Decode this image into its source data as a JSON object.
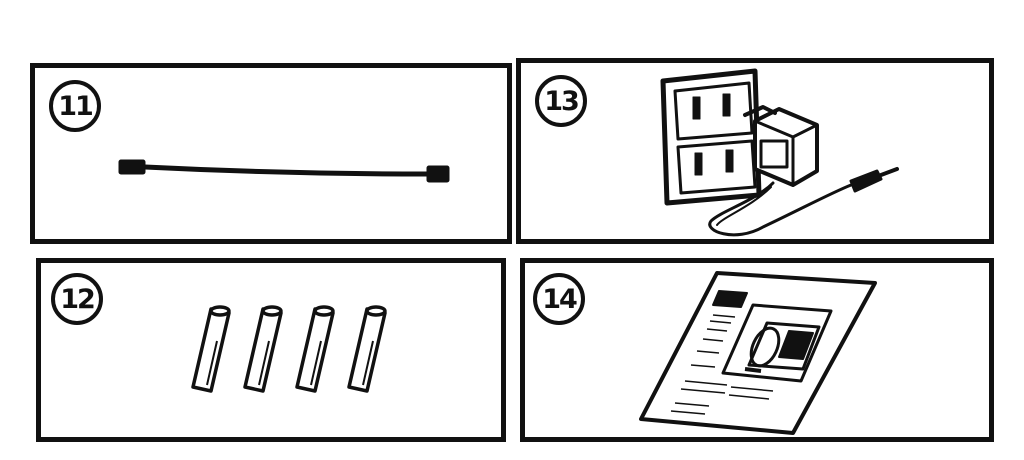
{
  "panels": [
    {
      "number": "11",
      "icon": "cable-icon"
    },
    {
      "number": "13",
      "icon": "ac-adapter-icon"
    },
    {
      "number": "12",
      "icon": "batteries-icon"
    },
    {
      "number": "14",
      "icon": "manual-icon"
    }
  ]
}
